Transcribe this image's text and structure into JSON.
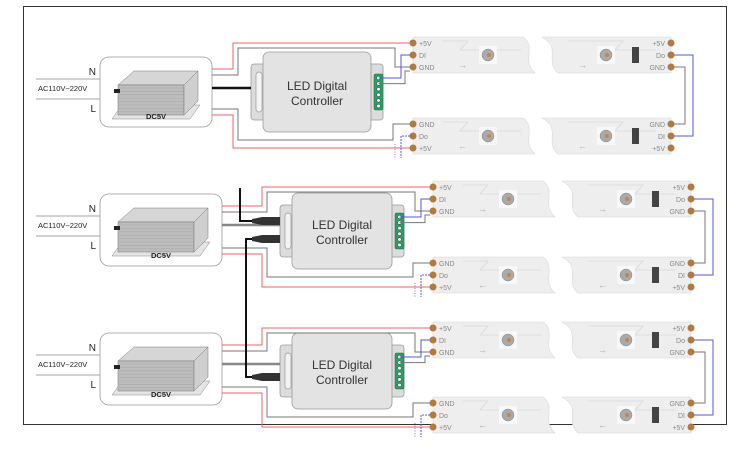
{
  "diagram": {
    "title": "",
    "colors": {
      "frame": "#333333",
      "power_wire": "#ee6666",
      "ground_wire": "#777777",
      "data_wire": "#5555dd",
      "sync_wire": "#111111",
      "dc_cable": "#888888",
      "strip_fill": "#eeeeee",
      "strip_line": "#d8d8d8",
      "pad": "#b07a40",
      "terminal_green": "#2e9e5e",
      "controller_fill": "#e3e3e3",
      "controller_stroke": "#999999",
      "label_text": "#222222",
      "strip_text": "#888888"
    },
    "systems": [
      {
        "id": "system-1",
        "mains": {
          "n_label": "N",
          "voltage_label": "AC110V~220V",
          "l_label": "L"
        },
        "power_supply": {
          "label": "DC5V"
        },
        "controller": {
          "line1": "LED Digital",
          "line2": "Controller"
        },
        "strip_top": {
          "pins_left": [
            "+5V",
            "DI",
            "GND"
          ],
          "pins_right": [
            "+5V",
            "Do",
            "GND"
          ]
        },
        "strip_bottom": {
          "pins_left": [
            "GND",
            "Do",
            "+5V"
          ],
          "pins_right": [
            "GND",
            "DI",
            "+5V"
          ]
        }
      },
      {
        "id": "system-2",
        "mains": {
          "n_label": "N",
          "voltage_label": "AC110V~220V",
          "l_label": "L"
        },
        "power_supply": {
          "label": "DC5V"
        },
        "controller": {
          "line1": "LED Digital",
          "line2": "Controller"
        },
        "strip_top": {
          "pins_left": [
            "+5V",
            "DI",
            "GND"
          ],
          "pins_right": [
            "+5V",
            "Do",
            "GND"
          ]
        },
        "strip_bottom": {
          "pins_left": [
            "GND",
            "Do",
            "+5V"
          ],
          "pins_right": [
            "GND",
            "DI",
            "+5V"
          ]
        }
      },
      {
        "id": "system-3",
        "mains": {
          "n_label": "N",
          "voltage_label": "AC110V~220V",
          "l_label": "L"
        },
        "power_supply": {
          "label": "DC5V"
        },
        "controller": {
          "line1": "LED Digital",
          "line2": "Controller"
        },
        "strip_top": {
          "pins_left": [
            "+5V",
            "DI",
            "GND"
          ],
          "pins_right": [
            "+5V",
            "Do",
            "GND"
          ]
        },
        "strip_bottom": {
          "pins_left": [
            "GND",
            "Do",
            "+5V"
          ],
          "pins_right": [
            "GND",
            "DI",
            "+5V"
          ]
        }
      }
    ],
    "arrows": {
      "forward": "→",
      "backward": "←"
    }
  }
}
